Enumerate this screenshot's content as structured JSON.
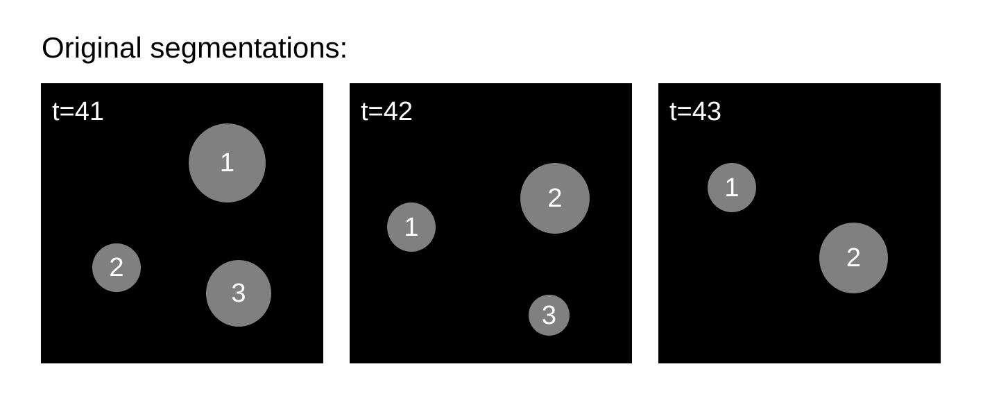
{
  "title": "Original segmentations:",
  "colors": {
    "background": "#ffffff",
    "frame": "#000000",
    "cell": "#808080",
    "label": "#ffffff"
  },
  "frames": [
    {
      "label": "t=41",
      "cells": [
        {
          "id": "1"
        },
        {
          "id": "2"
        },
        {
          "id": "3"
        }
      ]
    },
    {
      "label": "t=42",
      "cells": [
        {
          "id": "1"
        },
        {
          "id": "2"
        },
        {
          "id": "3"
        }
      ]
    },
    {
      "label": "t=43",
      "cells": [
        {
          "id": "1"
        },
        {
          "id": "2"
        }
      ]
    }
  ]
}
